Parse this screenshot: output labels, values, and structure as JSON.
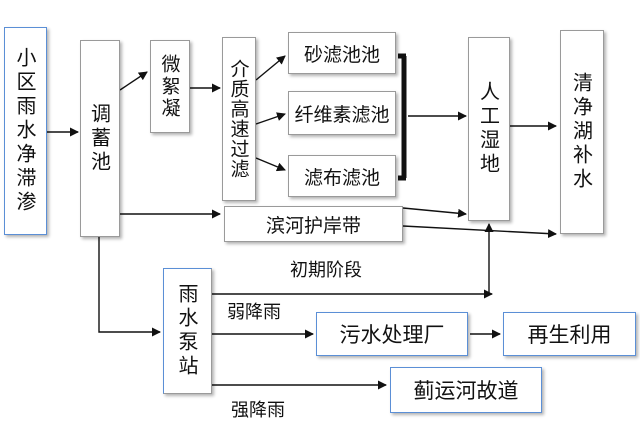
{
  "nodes": {
    "source": "小区雨水净滞渗",
    "tank": "调蓄池",
    "flocculation": "微絮凝",
    "hsfilter": "介质高速过滤",
    "sand": "砂滤池池",
    "fiber": "纤维素滤池",
    "cloth": "滤布滤池",
    "riverbank": "滨河护岸带",
    "wetland": "人工湿地",
    "lake": "清净湖补水",
    "pump": "雨水泵站",
    "sewage": "污水处理厂",
    "reuse": "再生利用",
    "canal": "蓟运河故道"
  },
  "labels": {
    "initial": "初期阶段",
    "light_rain": "弱降雨",
    "heavy_rain": "强降雨"
  }
}
